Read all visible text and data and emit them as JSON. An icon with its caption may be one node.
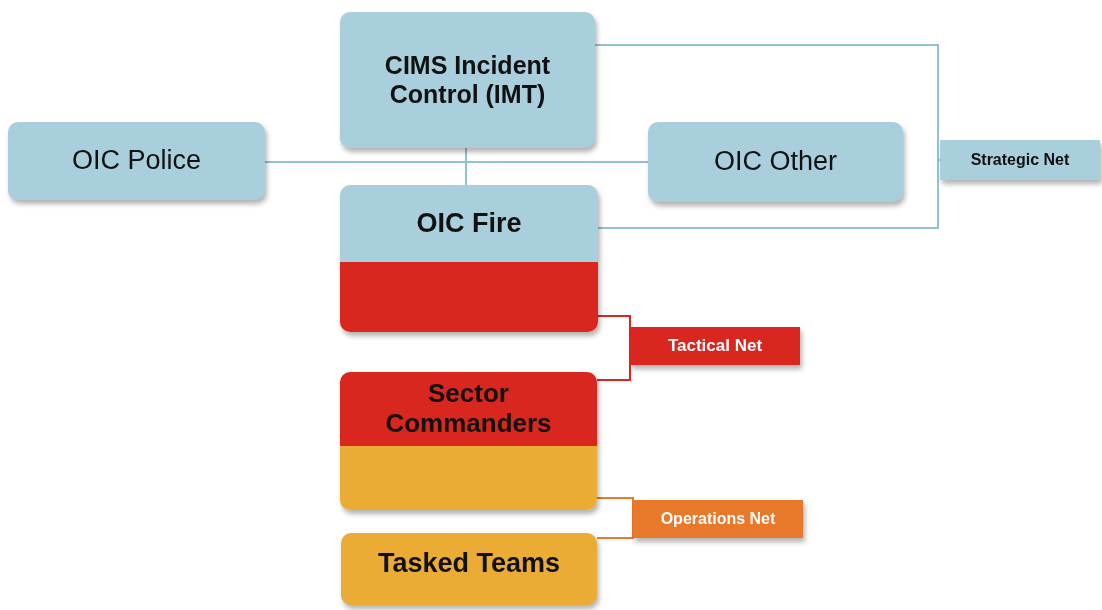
{
  "diagram": {
    "nodes": [
      {
        "text": [
          "CIMS Incident Control (IMT)"
        ]
      },
      {
        "text": [
          "OIC Police"
        ]
      },
      {
        "text": [
          "OIC Other"
        ]
      },
      {
        "text": [
          "OIC Fire"
        ]
      },
      {
        "text": [
          "Strategic Net"
        ]
      },
      {
        "text": [
          "Tactical Net"
        ]
      },
      {
        "text": [
          "Sector Commanders"
        ]
      },
      {
        "text": [
          "Operations Net"
        ]
      },
      {
        "text": [
          "Tasked Teams"
        ]
      }
    ],
    "edges": [
      {
        "from": 1,
        "to": 2,
        "arrow": "none"
      },
      {
        "from": 0,
        "to": 3,
        "arrow": "none"
      },
      {
        "from": 0,
        "to": 4,
        "arrow": "none"
      },
      {
        "from": 3,
        "to": 4,
        "arrow": "none"
      },
      {
        "from": 3,
        "to": 5,
        "arrow": "none",
        "color": "#d9261f"
      },
      {
        "from": 6,
        "to": 5,
        "arrow": "none",
        "color": "#d9261f"
      },
      {
        "from": 6,
        "to": 7,
        "arrow": "none",
        "color": "#e8782a"
      },
      {
        "from": 8,
        "to": 7,
        "arrow": "none",
        "color": "#e8782a"
      }
    ]
  }
}
